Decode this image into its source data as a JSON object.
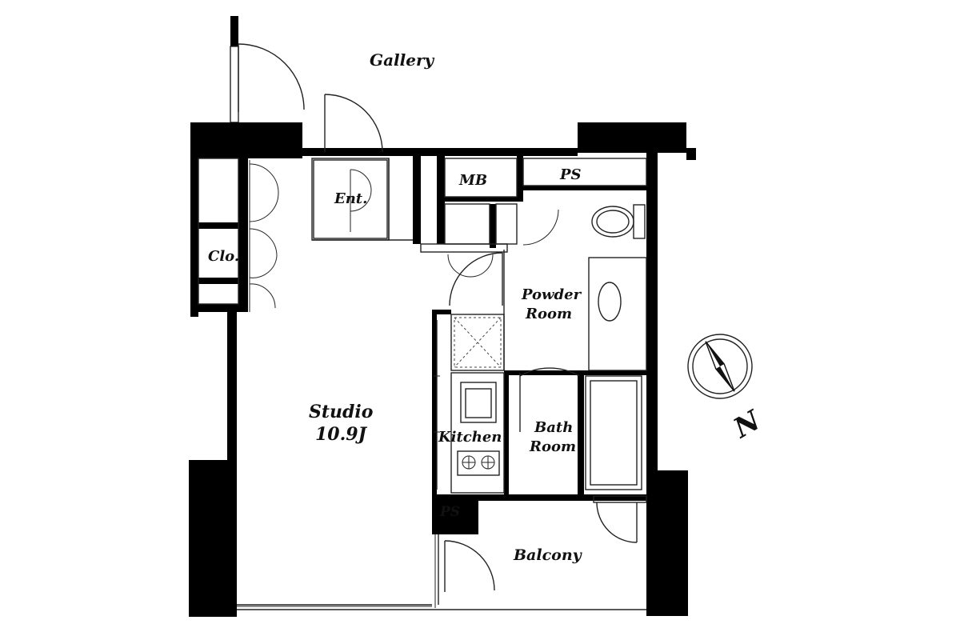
{
  "labels": {
    "gallery": "Gallery",
    "entrance": "Ent.",
    "mb": "MB",
    "ps_top": "PS",
    "closet": "Clo.",
    "powder_line1": "Powder",
    "powder_line2": "Room",
    "studio_line1": "Studio",
    "studio_line2": "10.9J",
    "kitchen": "Kitchen",
    "bath_line1": "Bath",
    "bath_line2": "Room",
    "ps_bottom": "PS",
    "balcony": "Balcony",
    "north": "N"
  },
  "colors": {
    "wall": "#000000",
    "line": "#222222",
    "background": "#ffffff"
  }
}
